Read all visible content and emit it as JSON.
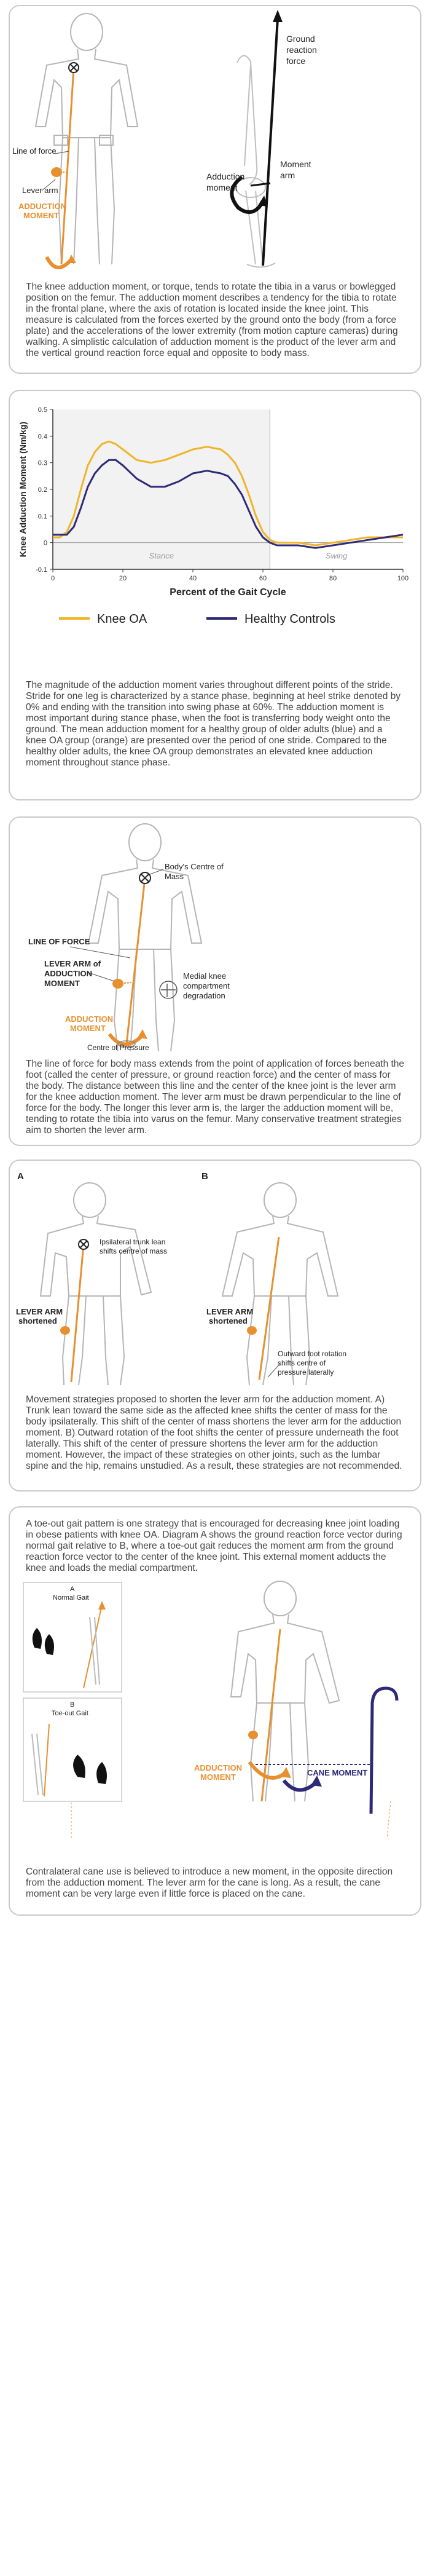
{
  "panel1": {
    "labels": {
      "line_of_force": "Line of force",
      "lever_arm": "Lever arm",
      "adduction_moment": "ADDUCTION",
      "adduction_moment_2": "MOMENT",
      "grf_1": "Ground",
      "grf_2": "reaction",
      "grf_3": "force",
      "adduction_1": "Adduction",
      "adduction_2": "moment",
      "moment_arm_1": "Moment",
      "moment_arm_2": "arm"
    },
    "caption": "The knee adduction moment, or torque, tends to rotate the tibia in a varus or bowlegged position on the femur. The adduction moment describes a tendency for the tibia to rotate in the frontal plane, where the axis of rotation is located inside the knee joint. This measure is calculated from the forces exerted by the ground onto the body (from a force plate) and the accelerations of the lower extremity (from motion capture cameras) during walking. A simplistic calculation of adduction moment is the product of the lever arm and the vertical ground reaction force equal and opposite to body mass."
  },
  "panel2": {
    "caption": "The magnitude of the adduction moment varies throughout different points of the stride. Stride for one leg is characterized by a stance phase, beginning at heel strike denoted by 0% and ending with the transition into swing phase at 60%. The adduction moment is most important during stance phase, when the foot is transferring body weight onto the ground. The mean adduction moment for a healthy group of older adults (blue) and a knee OA group (orange) are presented over the period of one stride. Compared to the healthy older adults, the knee OA group demonstrates an elevated knee adduction moment throughout stance phase."
  },
  "chart_data": {
    "type": "line",
    "xlabel": "Percent of the Gait Cycle",
    "ylabel": "Knee Adduction Moment (Nm/kg)",
    "xlim": [
      0,
      100
    ],
    "ylim": [
      -0.1,
      0.5
    ],
    "x_ticks": [
      "0",
      "20",
      "40",
      "60",
      "80",
      "100"
    ],
    "y_ticks": [
      "-0.1",
      "0",
      "0.1",
      "0.2",
      "0.3",
      "0.4",
      "0.5"
    ],
    "phase_labels": [
      "Stance",
      "Swing"
    ],
    "stance_end": 62,
    "grid": false,
    "legend_position": "bottom",
    "series": [
      {
        "name": "Knee OA",
        "color": "#f0b429",
        "x": [
          0,
          2,
          4,
          6,
          8,
          10,
          12,
          14,
          16,
          18,
          20,
          24,
          28,
          32,
          36,
          40,
          44,
          48,
          50,
          52,
          54,
          56,
          58,
          60,
          62,
          64,
          66,
          70,
          75,
          80,
          85,
          90,
          95,
          100
        ],
        "y": [
          0.02,
          0.02,
          0.04,
          0.1,
          0.2,
          0.29,
          0.34,
          0.37,
          0.38,
          0.37,
          0.35,
          0.31,
          0.3,
          0.31,
          0.33,
          0.35,
          0.36,
          0.35,
          0.33,
          0.3,
          0.25,
          0.18,
          0.1,
          0.04,
          0.01,
          0.0,
          0.0,
          0.0,
          -0.01,
          0.0,
          0.01,
          0.02,
          0.02,
          0.02
        ]
      },
      {
        "name": "Healthy Controls",
        "color": "#2e2a78",
        "x": [
          0,
          2,
          4,
          6,
          8,
          10,
          12,
          14,
          16,
          18,
          20,
          24,
          28,
          32,
          36,
          40,
          44,
          48,
          50,
          52,
          54,
          56,
          58,
          60,
          62,
          64,
          66,
          70,
          75,
          80,
          85,
          90,
          95,
          100
        ],
        "y": [
          0.03,
          0.03,
          0.03,
          0.06,
          0.13,
          0.21,
          0.26,
          0.29,
          0.31,
          0.31,
          0.29,
          0.24,
          0.21,
          0.21,
          0.23,
          0.26,
          0.27,
          0.26,
          0.25,
          0.22,
          0.18,
          0.12,
          0.06,
          0.02,
          0.0,
          -0.01,
          -0.01,
          -0.01,
          -0.02,
          -0.01,
          0.0,
          0.01,
          0.02,
          0.03
        ]
      }
    ]
  },
  "panel3": {
    "labels": {
      "com_1": "Body's Centre of",
      "com_2": "Mass",
      "line_of_force": "LINE OF FORCE",
      "lever_1": "LEVER ARM of",
      "lever_2": "ADDUCTION",
      "lever_3": "MOMENT",
      "medial_1": "Medial knee",
      "medial_2": "compartment",
      "medial_3": "degradation",
      "add_1": "ADDUCTION",
      "add_2": "MOMENT",
      "cop": "Centre of Pressure"
    },
    "caption": "The line of force for body mass extends from the point of application of forces beneath the foot (called the center of pressure, or ground reaction force) and the center of mass for the body. The distance between this line and the center of the knee joint is the lever arm for the knee adduction moment. The lever arm must be drawn perpendicular to the line of force for the body. The longer this lever arm is, the larger the adduction moment will be, tending to rotate the tibia into varus on the femur. Many conservative treatment strategies aim to shorten the lever arm."
  },
  "panel4": {
    "labels": {
      "a": "A",
      "b": "B",
      "trunk_1": "Ipsilateral trunk lean",
      "trunk_2": "shifts centre of mass",
      "lever_a_1": "LEVER ARM",
      "lever_a_2": "shortened",
      "lever_b_1": "LEVER ARM",
      "lever_b_2": "shortened",
      "foot_1": "Outward foot rotation",
      "foot_2": "shifts centre of",
      "foot_3": "pressure laterally"
    },
    "caption": "Movement strategies proposed to shorten the lever arm for the adduction moment. A) Trunk lean toward the same side as the affected knee shifts the center of mass for the body ipsilaterally. This shift of the center of mass shortens the lever arm for the adduction moment. B) Outward rotation of the foot shifts the center of pressure underneath the foot laterally. This shift of the center of pressure shortens the lever arm for the adduction moment. However, the impact of these strategies on other joints, such as the lumbar spine and the hip, remains unstudied. As a result, these strategies are not recommended."
  },
  "panel5": {
    "caption_top": "A toe-out gait pattern is one strategy that is encouraged for decreasing knee joint loading in obese patients with knee OA. Diagram A shows the ground reaction force vector during normal gait relative to B, where a toe-out gait reduces the moment arm from the ground reaction force vector to the center of the knee joint. This external moment adducts the knee and loads the medial compartment.",
    "labels": {
      "a": "A",
      "normal": "Normal Gait",
      "b": "B",
      "toeout": "Toe-out Gait",
      "add_1": "ADDUCTION",
      "add_2": "MOMENT",
      "cane": "CANE MOMENT"
    },
    "caption_bottom": "Contralateral cane use is believed to introduce a new moment, in the opposite direction from the adduction moment. The lever arm for the cane is long. As a result, the cane moment can be very large even if little force is placed on the cane."
  }
}
